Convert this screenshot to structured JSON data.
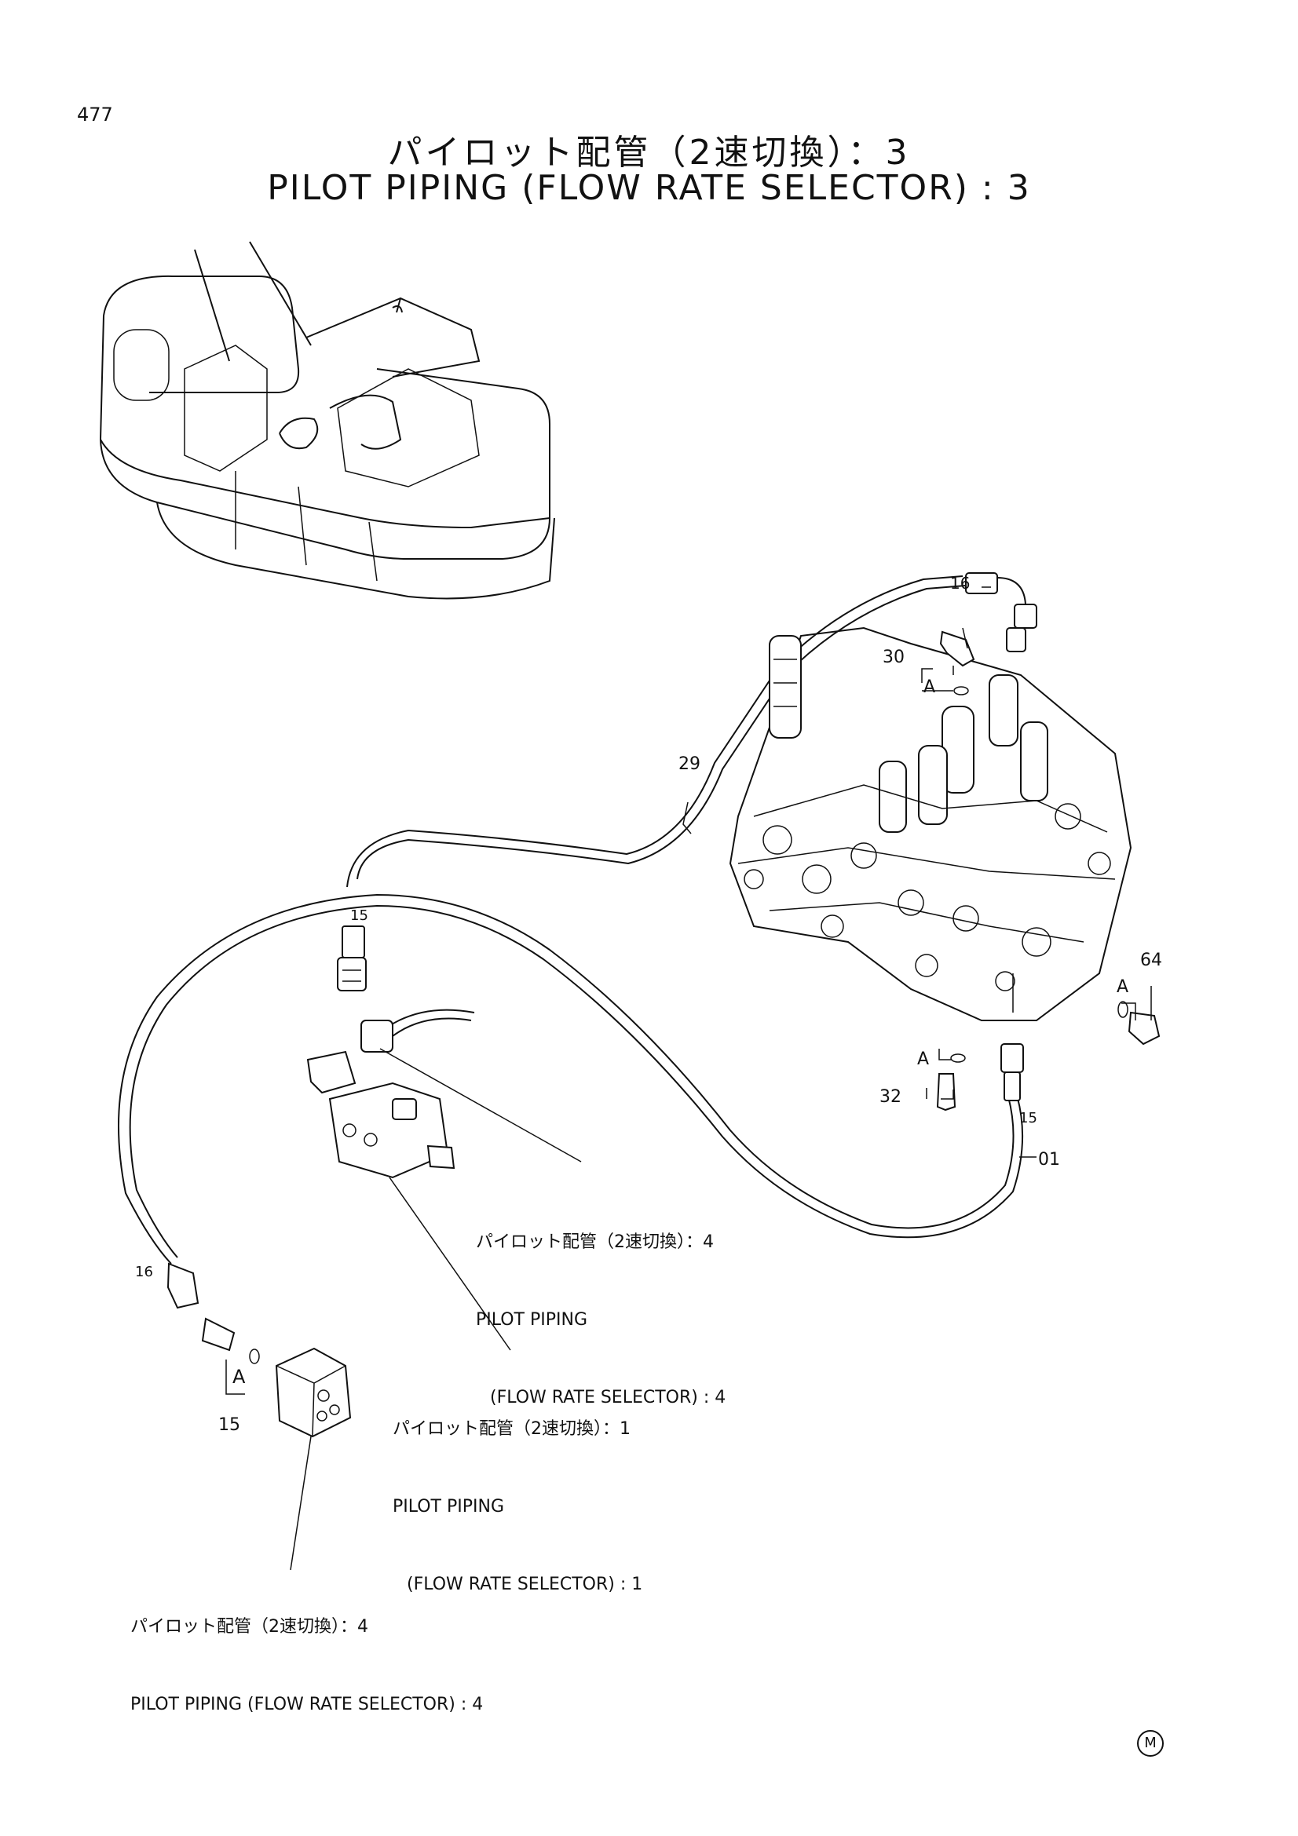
{
  "page_number": "477",
  "title": {
    "jp": "パイロット配管（2速切換）：3",
    "en": "PILOT PIPING (FLOW RATE SELECTOR) : 3"
  },
  "part_labels": {
    "p16_top": "16",
    "p30": "30",
    "a_top": "A",
    "p29": "29",
    "p15_mid": "15",
    "p64": "64",
    "a_right": "A",
    "a_lower": "A",
    "p32": "32",
    "p15_right": "15",
    "p01": "01",
    "p16_left": "16",
    "a_left": "A",
    "p15_left": "15"
  },
  "references": {
    "ref4_mid": {
      "jp": "パイロット配管（2速切換）：4",
      "en1": "PILOT PIPING",
      "en2": "(FLOW RATE SELECTOR) : 4"
    },
    "ref1": {
      "jp": "パイロット配管（2速切換）：1",
      "en1": "PILOT PIPING",
      "en2": "(FLOW RATE SELECTOR) : 1"
    },
    "ref4_bottom": {
      "jp": "パイロット配管（2速切換）：4",
      "en": "PILOT PIPING (FLOW RATE SELECTOR) : 4"
    }
  },
  "corner_mark": "M"
}
